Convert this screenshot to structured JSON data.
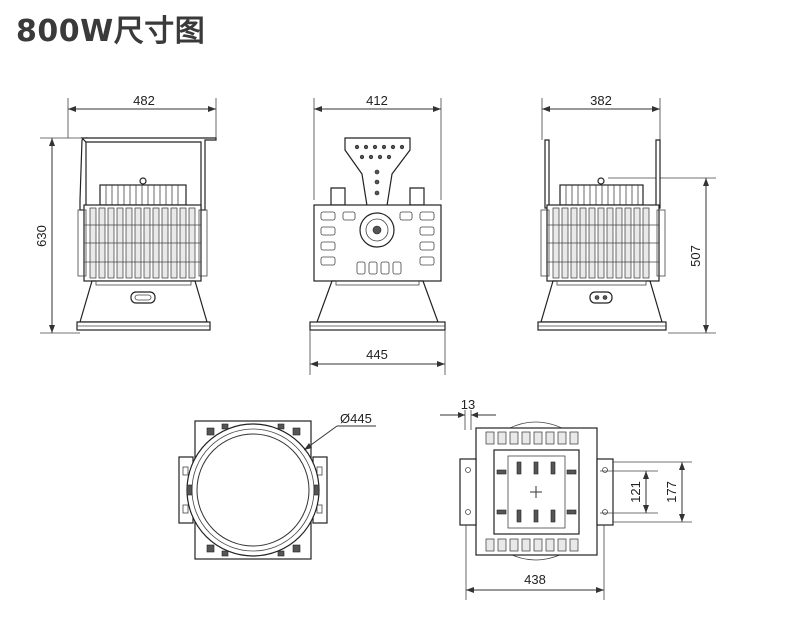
{
  "title": "800W尺寸图",
  "dimensions": {
    "front_width": "482",
    "height": "630",
    "side_top_width": "412",
    "side_bottom_width": "445",
    "back_width": "382",
    "back_height": "507",
    "diameter": "Ø445",
    "top_width": "438",
    "slot_width": "13",
    "hole_spacing_inner": "121",
    "hole_spacing_outer": "177"
  }
}
